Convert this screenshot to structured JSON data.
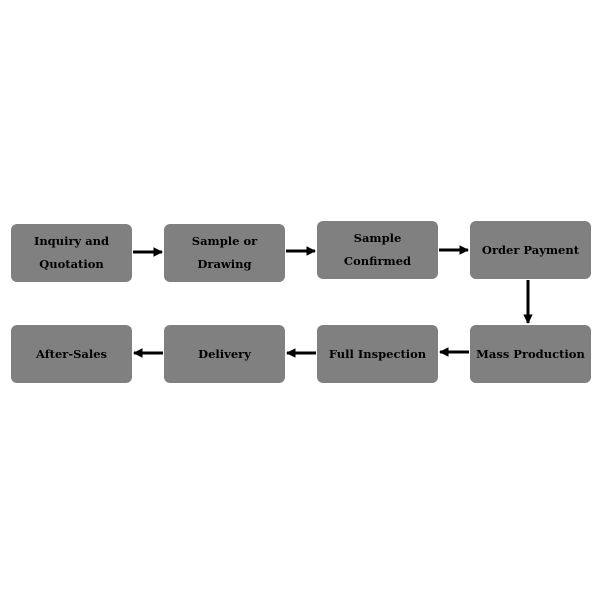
{
  "flow": {
    "steps": [
      "Inquiry and\nQuotation",
      "Sample or Drawing",
      "Sample Confirmed",
      "Order Payment",
      "Mass Production",
      "Full Inspection",
      "Delivery",
      "After-Sales"
    ]
  }
}
